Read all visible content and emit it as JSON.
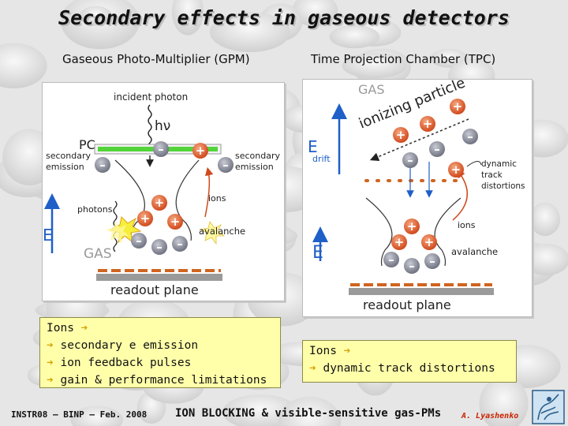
{
  "title": "Secondary effects in gaseous detectors",
  "gpm": {
    "heading": "Gaseous Photo-Multiplier (GPM)",
    "labels": {
      "incident_photon": "incident photon",
      "hnu": "hν",
      "pc": "PC",
      "secondary_emission_left": "secondary emission",
      "secondary_emission_right": "secondary emission",
      "photons": "photons",
      "ions": "ions",
      "avalanche": "avalanche",
      "e_field": "E",
      "gas": "GAS",
      "readout_plane": "readout plane"
    },
    "note": {
      "line1": "Ions",
      "line2": "secondary e emission",
      "line3": "ion feedback pulses",
      "line4": "gain & performance limitations"
    }
  },
  "tpc": {
    "heading": "Time Projection Chamber (TPC)",
    "labels": {
      "gas": "GAS",
      "ionizing_particle": "ionizing particle",
      "e_drift": "E",
      "drift": "drift",
      "dynamic_track_distortions": "dynamic track distortions",
      "ions": "ions",
      "e_field": "E",
      "avalanche": "avalanche",
      "readout_plane": "readout plane"
    },
    "note": {
      "line1": "Ions",
      "line2": "dynamic track distortions"
    }
  },
  "footer": {
    "conference": "INSTR08 – BINP – Feb. 2008",
    "center": "ION BLOCKING & visible-sensitive gas-PMs",
    "author": "A. Lyashenko"
  },
  "colors": {
    "note_bg": "#ffffaa",
    "plus": "#d0491c",
    "minus": "#7a7d8a",
    "field_arrow": "#1f5fc8",
    "readout": "#d06420",
    "pc_electrode": "#52d43a"
  },
  "icons": [
    "right-arrow-icon",
    "plus-charge-icon",
    "minus-charge-icon",
    "logo-icon"
  ]
}
